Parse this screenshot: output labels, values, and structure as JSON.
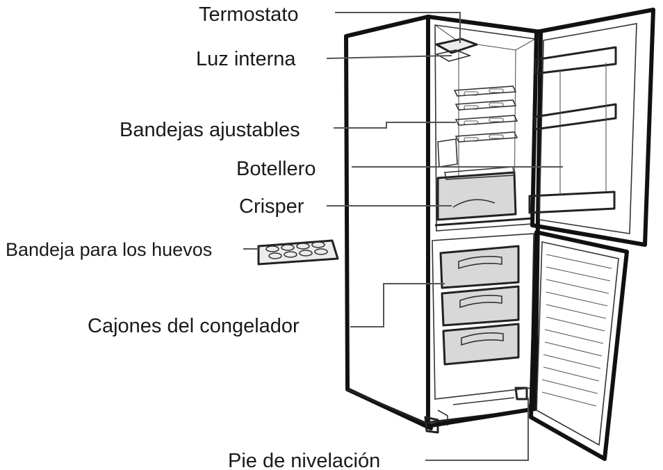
{
  "labels": {
    "termostato": "Termostato",
    "luz_interna": "Luz interna",
    "bandejas_ajustables": "Bandejas ajustables",
    "botellero": "Botellero",
    "crisper": "Crisper",
    "bandeja_huevos": "Bandeja para los huevos",
    "cajones_congelador": "Cajones del congelador",
    "pie_nivelacion": "Pie de nivelación"
  },
  "colors": {
    "outline": "#111111",
    "leader": "#555555",
    "fill": "#d8d8d8"
  }
}
